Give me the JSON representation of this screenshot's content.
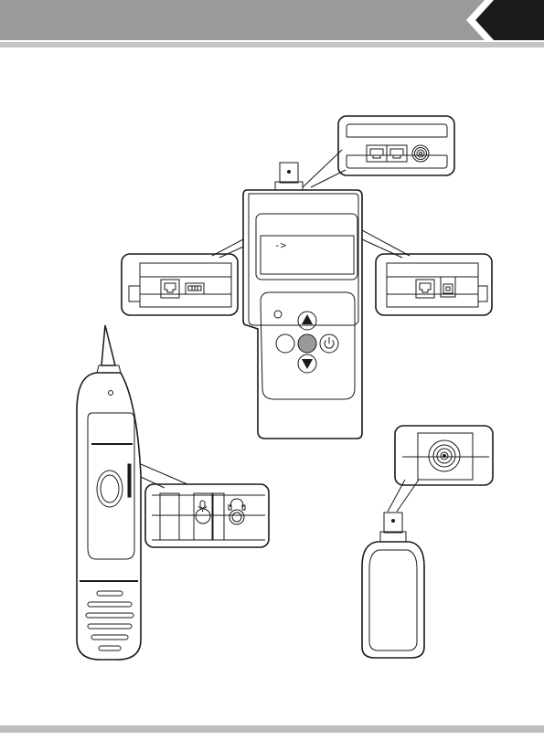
{
  "header": {
    "band_color": "#9a9a9a",
    "divider_color": "#c4c4c4",
    "tab_color": "#1a1a1a",
    "page_label": ""
  },
  "footer": {
    "band_color": "#bdbdbd"
  },
  "main_unit": {
    "display": {
      "text": "->"
    },
    "buttons": [
      "up-arrow",
      "down-arrow",
      "center",
      "power",
      "left"
    ]
  },
  "icons": [
    "bnc-connector-icon",
    "rj45-port-icon",
    "power-icon",
    "microphone-icon",
    "headphone-icon"
  ]
}
